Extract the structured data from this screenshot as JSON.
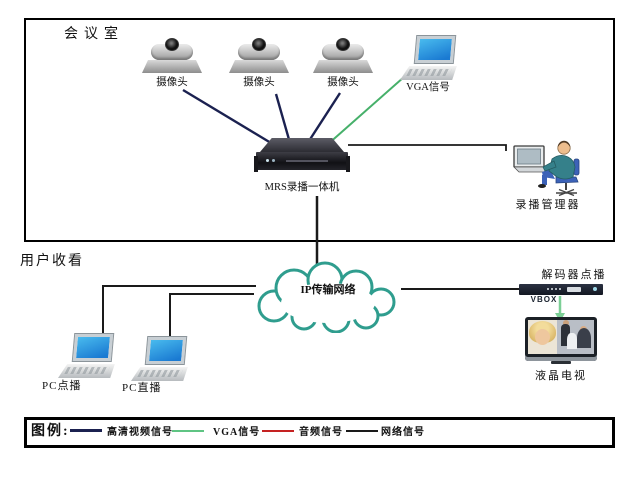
{
  "colors": {
    "hd_video": "#1b2150",
    "vga": "#46b06a",
    "audio": "#c52222",
    "network": "#1a1a1a",
    "cloud_outline": "#2f9d8e"
  },
  "conference_room": {
    "label": "会议室",
    "cameras": [
      {
        "label": "摄像头"
      },
      {
        "label": "摄像头"
      },
      {
        "label": "摄像头"
      }
    ],
    "vga_source": {
      "label": "VGA信号"
    },
    "recorder": {
      "label": "MRS录播一体机"
    },
    "manager": {
      "label": "录播管理器"
    }
  },
  "viewing": {
    "label": "用户收看",
    "network_cloud": {
      "label": "IP传输网络"
    },
    "pc_vod": {
      "label": "PC点播"
    },
    "pc_live": {
      "label": "PC直播"
    },
    "decoder": {
      "label": "解码器点播",
      "device_label": "VBOX"
    },
    "tv": {
      "label": "液晶电视"
    }
  },
  "legend": {
    "title": "图例:",
    "items": [
      {
        "label": "高清视频信号",
        "color": "#1b2150"
      },
      {
        "label": "VGA信号",
        "color": "#5fc483"
      },
      {
        "label": "音频信号",
        "color": "#c52222"
      },
      {
        "label": "网络信号",
        "color": "#1a1a1a"
      }
    ]
  }
}
